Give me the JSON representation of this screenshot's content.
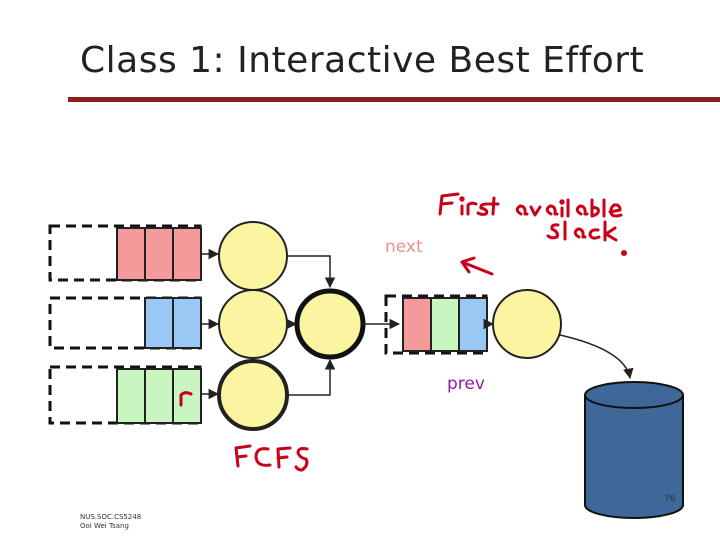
{
  "slide": {
    "title": "Class 1: Interactive Best Effort",
    "labels": {
      "next": "next",
      "prev": "prev"
    },
    "annotations": {
      "first_available_slack": "First available slack.",
      "fcfs": "FCFS"
    },
    "footer": {
      "line1": "NUS.SOC.CS5248",
      "line2": "Ooi Wei Tsang"
    },
    "page_number": "76"
  },
  "colors": {
    "title_rule": "#8b1f1f",
    "queue_red": "#f49a9a",
    "queue_blue": "#99c8f5",
    "queue_green": "#c8f5c0",
    "server_fill": "#fbf5a2",
    "disk_fill": "#3f6797",
    "handwriting": "#c8001a",
    "next_label": "#e89090",
    "prev_label": "#8e1fa0"
  }
}
